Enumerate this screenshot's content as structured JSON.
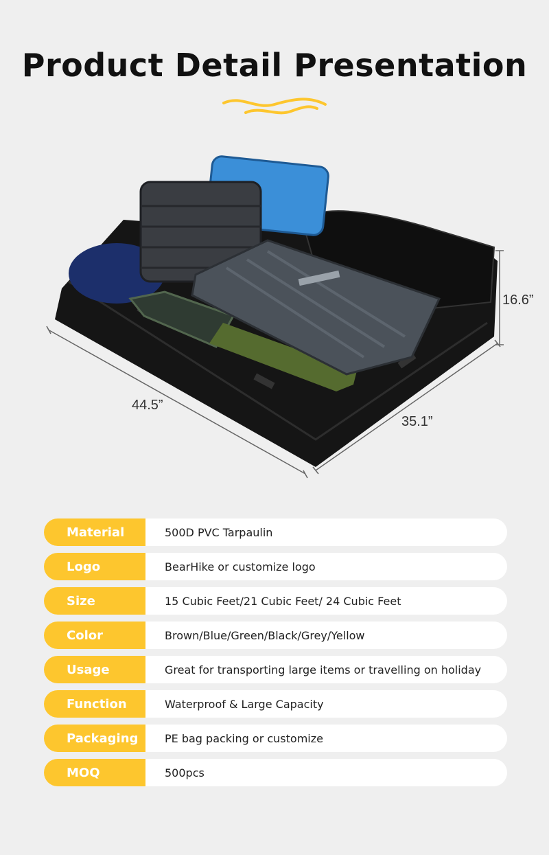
{
  "page": {
    "title": "Product Detail Presentation",
    "accent_color": "#fdc62e"
  },
  "product_image": {
    "dimensions": {
      "length": "44.5”",
      "width": "35.1”",
      "height": "16.6”"
    }
  },
  "specs": [
    {
      "key": "Material",
      "value": "500D PVC Tarpaulin"
    },
    {
      "key": "Logo",
      "value": "BearHike or customize logo"
    },
    {
      "key": "Size",
      "value": "15 Cubic Feet/21 Cubic Feet/ 24 Cubic Feet"
    },
    {
      "key": "Color",
      "value": "Brown/Blue/Green/Black/Grey/Yellow"
    },
    {
      "key": "Usage",
      "value": "Great for transporting large items or travelling on holiday"
    },
    {
      "key": "Function",
      "value": "Waterproof & Large Capacity"
    },
    {
      "key": "Packaging",
      "value": "PE bag packing or customize"
    },
    {
      "key": "MOQ",
      "value": "500pcs"
    }
  ]
}
